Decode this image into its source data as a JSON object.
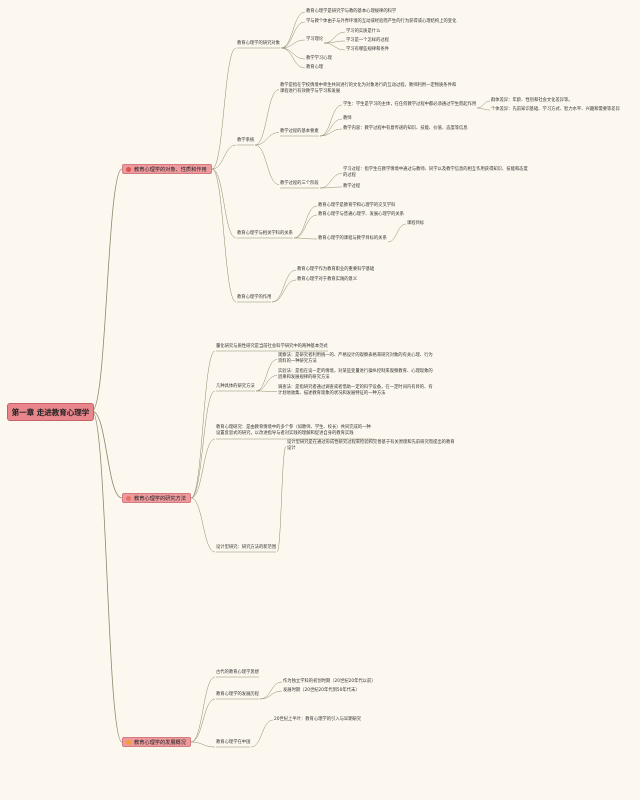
{
  "root": "第一章 走进教育心理学",
  "main": [
    {
      "label": "教育心理学的对象、性质和作用",
      "dot": "#d9534f"
    },
    {
      "label": "教育心理学的研究方法",
      "dot": "#e8716a"
    },
    {
      "label": "教育心理学的发展概况",
      "dot": "#f0a032"
    }
  ],
  "n": {
    "a1": "教育心理学的研究对象",
    "a1a": "教育心理学是研究学与教的基本心理规律的科学",
    "a1b": "学与教个体由于与外界环境的互动或经验而产生的行为获得或心理结构上的变化",
    "a1c": "学习理论",
    "a1c1": "学习的实质是什么",
    "a1c2": "学习是一个怎样的过程",
    "a1c3": "学习有哪些规律和条件",
    "a1d": "教学学习心理",
    "a1e": "教育心理",
    "a2": "教学系统",
    "a2t": "教学是指在学校情境中师生共同进行的文化为对象进行的互动过程，教师利用一定物质条件和课程进行有效教学与学习和发展",
    "a2a": "教学过程的基本要素",
    "a2a1": "学生：学生是学习的主体，在任何教学过程中都必须通过学生而起作用",
    "a2a1x": "群体差异：年龄、性别和社会文化差异等。",
    "a2a1y": "个体差异：先前知识基础、学习方式、智力水平、兴趣和需要等差异",
    "a2a2": "教师",
    "a2a3": "教学内容：教学过程中有意传递的知识、技能、价值、态度等信息",
    "a2b": "教学过程的三个阶段",
    "a2b1": "学习过程：指学生在教学情境中通过与教师、同学以及教学信息的相互作用获得知识、技能和态度的过程",
    "a2b2": "教学过程",
    "a3": "教育心理学与相关学科的关系",
    "a3a": "教育心理学是教育学和心理学的交叉学科",
    "a3b": "教育心理学与普通心理学、发展心理学的关系",
    "a3c": "教育心理学的课程与教学目标的关系",
    "a3c1": "课程目标",
    "a4": "教育心理学的作用",
    "a4a": "教育心理学作为教育职业的重要科学基础",
    "a4b": "教育心理学对于教育实践的意义",
    "b1": "量化研究与质性研究是当前社会科学研究中的两种基本范式",
    "b2": "几种具体的研究方法",
    "b2a": "观察法：是研究者利用统一的、严格设计的观察表格来研究对象的有关心理、行为资料的一种研究方法",
    "b2b": "实验法：是指在设一定的情境，对某些变量进行操纵控制来观察教育、心理现象的因果和发展规律的研究方法",
    "b2c": "调查法：是指研究者通过调查或者借助一定的科学设备，在一定时间内有目的、有计划地收集、描述教育现象的状况和发展特征的一种方法",
    "b3": "教育心理研究：是由教育情境中的多个参（如教师、学生、校长）共同完成的一种设置反思式的研究，以改进指导与者对实践的理解和促进自身的教育实践",
    "b4": "设计型研究：研究方法的新范围",
    "b4a": "设计型研究是在通过形成性研究过程来检验和完善基于有关原理和先前研究而提出的教育设计",
    "c1": "古代的教育心理学思想",
    "c2": "教育心理学的发展历程",
    "c2a": "作为独立学科的初创时期（20世纪20年代以前）",
    "c2b": "发展时期（20世纪20年代到50年代末）",
    "c3": "教育心理学在中国",
    "c3a": "20世纪上半叶：教育心理学的引入与早期研究"
  }
}
